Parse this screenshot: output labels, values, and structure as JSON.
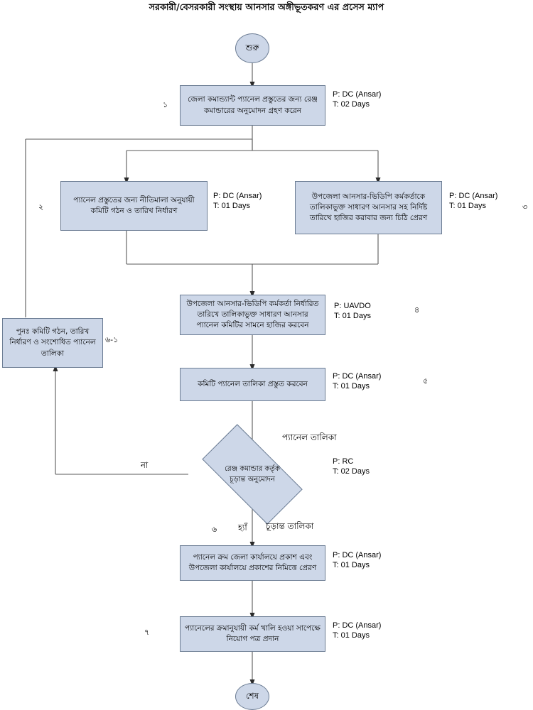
{
  "title": "সরকারী/বেসরকারী সংস্থায় আনসার অঙ্গীভূতকরণ এর প্রসেস ম্যাপ",
  "terminators": {
    "start": "শুরু",
    "end": "শেষ"
  },
  "nodes": [
    {
      "id": "node-1",
      "text": "জেলা কমান্ড্যান্ট প্যানেল প্রস্তুতের জন্য রেঞ্জ কমান্ডারের অনুমোদন গ্রহণ করেন",
      "person": "P: DC (Ansar)",
      "time": "T: 02 Days",
      "step": "১"
    },
    {
      "id": "node-2",
      "text": "প্যানেল প্রস্তুতের জন্য নীতিমালা অনুযায়ী কমিটি গঠন ও তারিখ নির্ধারণ",
      "person": "P: DC (Ansar)",
      "time": "T: 01 Days",
      "step": "২"
    },
    {
      "id": "node-3",
      "text": "উপজেলা আনসার-ভিডিপি কর্মকর্তাকে তালিকাভুক্ত সাধারণ আনসার সহ নির্দিষ্ট তারিখে হাজির করাবার জন্য চিঠি প্রেরণ",
      "person": "P: DC (Ansar)",
      "time": "T: 01 Days",
      "step": "৩"
    },
    {
      "id": "node-4",
      "text": "উপজেলা আনসার-ভিডিপি কর্মকর্তা নির্ধারিত তারিখে তালিকাভুক্ত সাধারণ আনসার প্যানেল কমিটির সামনে হাজির করবেন",
      "person": "P: UAVDO",
      "time": "T: 01 Days",
      "step": "৪"
    },
    {
      "id": "node-5",
      "text": "কমিটি প্যানেল তালিকা প্রস্তুত করবেন",
      "person": "P: DC (Ansar)",
      "time": "T: 01 Days",
      "step": "৫"
    },
    {
      "id": "node-6",
      "text": "প্যানেল ক্রম জেলা কার্যালয়ে প্রকাশ এবং উপজেলা কার্যালয়ে প্রকাশের নিমিত্তে প্রেরণ",
      "person": "P: DC (Ansar)",
      "time": "T: 01 Days",
      "step": "৬"
    },
    {
      "id": "node-7",
      "text": "প্যানেলের ক্রমানুযায়ী কর্ম খালি হওয়া সাপেক্ষে নিয়োগ পত্র প্রদান",
      "person": "P: DC (Ansar)",
      "time": "T: 01 Days",
      "step": "৭"
    }
  ],
  "rework": {
    "text": "পুনঃ  কমিটি গঠন, তারিখ নির্ধারণ ও সংশোধিত প্যানেল তালিকা",
    "step": "৬-১"
  },
  "decision": {
    "text": "রেঞ্জ কমান্ডার কর্তৃক চূড়ান্ত অনুমোদন",
    "person": "P: RC",
    "time": "T: 02 Days",
    "no_label": "না",
    "yes_label": "হ্যাঁ"
  },
  "flow_labels": {
    "panel_list": "প্যানেল তালিকা",
    "final_list": "চূড়ান্ত তালিকা"
  },
  "colors": {
    "node_fill": "#cdd7e8",
    "node_border": "#6b7c93",
    "line": "#595959"
  }
}
